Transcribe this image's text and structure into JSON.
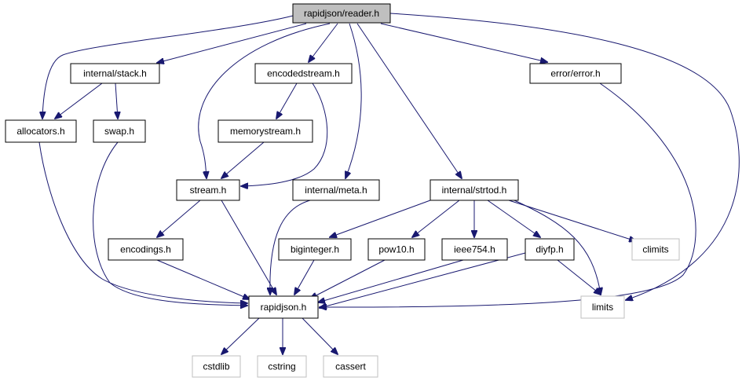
{
  "colors": {
    "edge": "#191970",
    "root_fill": "#bfbfbf",
    "node_border": "#000000",
    "external_border": "#bfbfbf",
    "node_fill": "#ffffff"
  },
  "nodes": [
    {
      "id": "reader",
      "label": "rapidjson/reader.h",
      "kind": "root"
    },
    {
      "id": "stack",
      "label": "internal/stack.h",
      "kind": "file"
    },
    {
      "id": "encodedstream",
      "label": "encodedstream.h",
      "kind": "file"
    },
    {
      "id": "error",
      "label": "error/error.h",
      "kind": "file"
    },
    {
      "id": "allocators",
      "label": "allocators.h",
      "kind": "file"
    },
    {
      "id": "swap",
      "label": "swap.h",
      "kind": "file"
    },
    {
      "id": "memorystream",
      "label": "memorystream.h",
      "kind": "file"
    },
    {
      "id": "stream",
      "label": "stream.h",
      "kind": "file"
    },
    {
      "id": "meta",
      "label": "internal/meta.h",
      "kind": "file"
    },
    {
      "id": "strtod",
      "label": "internal/strtod.h",
      "kind": "file"
    },
    {
      "id": "encodings",
      "label": "encodings.h",
      "kind": "file"
    },
    {
      "id": "biginteger",
      "label": "biginteger.h",
      "kind": "file"
    },
    {
      "id": "pow10",
      "label": "pow10.h",
      "kind": "file"
    },
    {
      "id": "ieee754",
      "label": "ieee754.h",
      "kind": "file"
    },
    {
      "id": "diyfp",
      "label": "diyfp.h",
      "kind": "file"
    },
    {
      "id": "climits",
      "label": "climits",
      "kind": "external"
    },
    {
      "id": "rapidjson",
      "label": "rapidjson.h",
      "kind": "file"
    },
    {
      "id": "limits",
      "label": "limits",
      "kind": "external"
    },
    {
      "id": "cstdlib",
      "label": "cstdlib",
      "kind": "external"
    },
    {
      "id": "cstring",
      "label": "cstring",
      "kind": "external"
    },
    {
      "id": "cassert",
      "label": "cassert",
      "kind": "external"
    }
  ],
  "edges": [
    {
      "from": "reader",
      "to": "allocators"
    },
    {
      "from": "reader",
      "to": "stack"
    },
    {
      "from": "reader",
      "to": "stream"
    },
    {
      "from": "reader",
      "to": "encodedstream"
    },
    {
      "from": "reader",
      "to": "meta"
    },
    {
      "from": "reader",
      "to": "strtod"
    },
    {
      "from": "reader",
      "to": "error"
    },
    {
      "from": "reader",
      "to": "limits"
    },
    {
      "from": "stack",
      "to": "allocators"
    },
    {
      "from": "stack",
      "to": "swap"
    },
    {
      "from": "encodedstream",
      "to": "memorystream"
    },
    {
      "from": "encodedstream",
      "to": "stream"
    },
    {
      "from": "memorystream",
      "to": "stream"
    },
    {
      "from": "error",
      "to": "rapidjson"
    },
    {
      "from": "allocators",
      "to": "rapidjson"
    },
    {
      "from": "swap",
      "to": "rapidjson"
    },
    {
      "from": "stream",
      "to": "encodings"
    },
    {
      "from": "stream",
      "to": "rapidjson"
    },
    {
      "from": "meta",
      "to": "rapidjson"
    },
    {
      "from": "strtod",
      "to": "biginteger"
    },
    {
      "from": "strtod",
      "to": "pow10"
    },
    {
      "from": "strtod",
      "to": "ieee754"
    },
    {
      "from": "strtod",
      "to": "diyfp"
    },
    {
      "from": "strtod",
      "to": "climits"
    },
    {
      "from": "strtod",
      "to": "limits"
    },
    {
      "from": "encodings",
      "to": "rapidjson"
    },
    {
      "from": "biginteger",
      "to": "rapidjson"
    },
    {
      "from": "pow10",
      "to": "rapidjson"
    },
    {
      "from": "ieee754",
      "to": "rapidjson"
    },
    {
      "from": "diyfp",
      "to": "rapidjson"
    },
    {
      "from": "diyfp",
      "to": "limits"
    },
    {
      "from": "rapidjson",
      "to": "cstdlib"
    },
    {
      "from": "rapidjson",
      "to": "cstring"
    },
    {
      "from": "rapidjson",
      "to": "cassert"
    }
  ]
}
